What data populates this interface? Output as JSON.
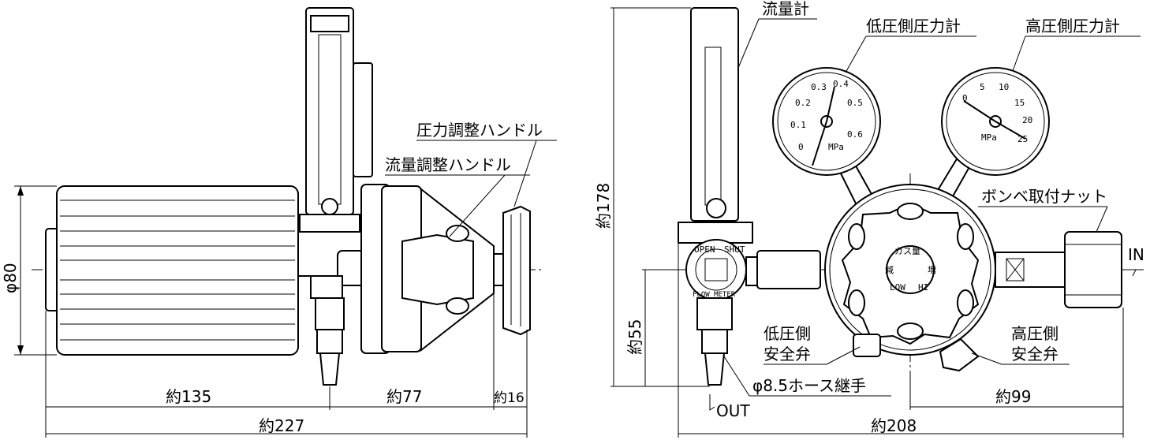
{
  "labels": {
    "pressure_handle": "圧力調整ハンドル",
    "flow_handle": "流量調整ハンドル",
    "flowmeter": "流量計",
    "low_gauge": "低圧側圧力計",
    "high_gauge": "高圧側圧力計",
    "bombe_nut": "ボンベ取付ナット",
    "in": "IN",
    "out": "OUT",
    "low_safety_1": "低圧側",
    "low_safety_2": "安全弁",
    "high_safety_1": "高圧側",
    "high_safety_2": "安全弁",
    "hose_joint": "φ8.5ホース継手"
  },
  "dimensions": {
    "dia80": "φ80",
    "d135": "約135",
    "d77": "約77",
    "d16": "約16",
    "d227": "約227",
    "d178": "約178",
    "d55": "約55",
    "d99": "約99",
    "d208": "約208"
  },
  "gauges": {
    "low": {
      "unit": "MPa",
      "ticks": [
        "0",
        "0.1",
        "0.2",
        "0.3",
        "0.4",
        "0.5",
        "0.6"
      ]
    },
    "high": {
      "unit": "MPa",
      "ticks": [
        "0",
        "5",
        "10",
        "15",
        "20",
        "25"
      ]
    }
  },
  "knob_text": {
    "flow_open": "OPEN",
    "flow_shut": "SHUT",
    "flow_meter": "FLOW METER",
    "regulator_top": "ガス量",
    "regulator_low": "LOW",
    "regulator_high": "HI",
    "regulator_dec": "減",
    "regulator_inc": "増"
  }
}
